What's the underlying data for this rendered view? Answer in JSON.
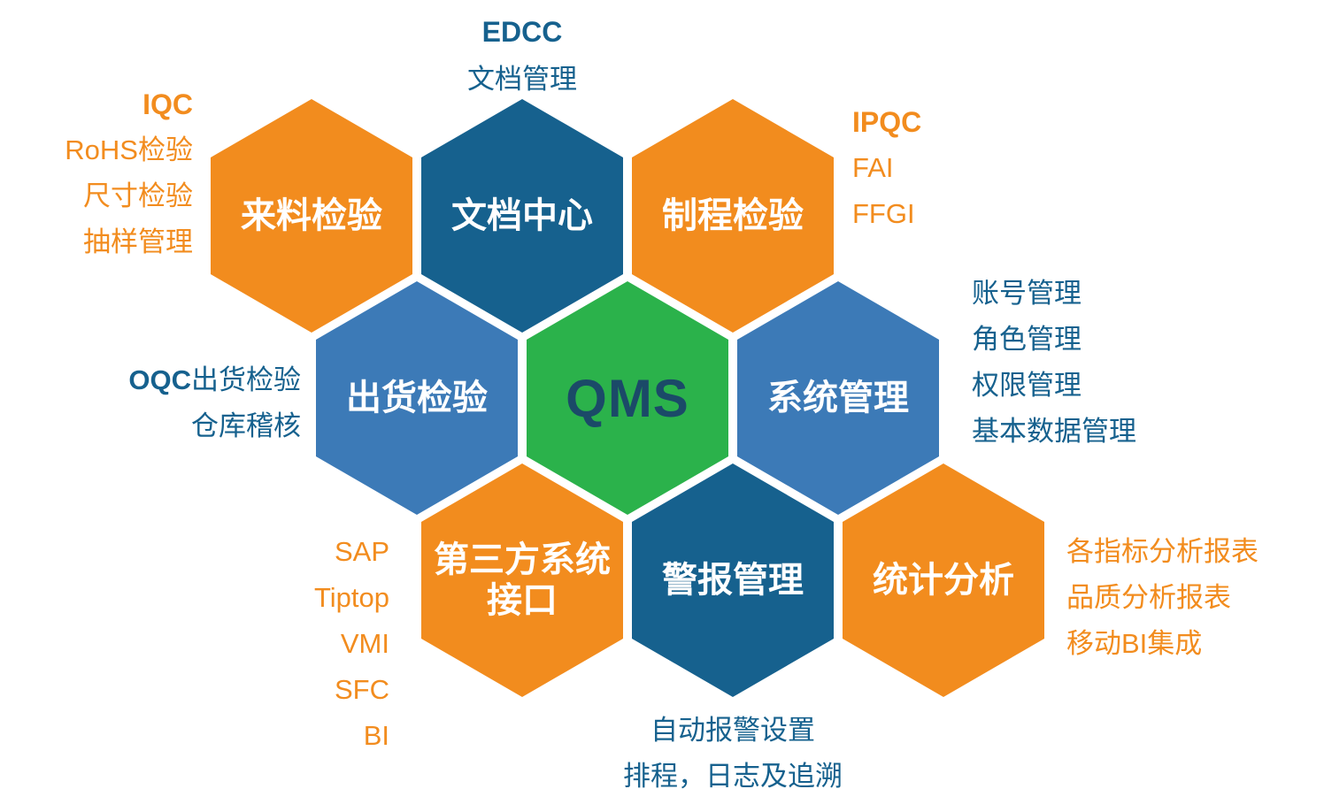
{
  "colors": {
    "orange": "#F28C1E",
    "dark_blue": "#16618E",
    "mid_blue": "#3C7AB7",
    "green": "#2BB24B",
    "text_blue": "#16618E",
    "qms_text": "#1B4A68",
    "hex_label": "#FFFFFF",
    "background": "#FFFFFF"
  },
  "hexagons": {
    "incoming_inspection": {
      "label": "来料检验",
      "color": "orange"
    },
    "document_center": {
      "label": "文档中心",
      "color": "dark_blue"
    },
    "process_inspection": {
      "label": "制程检验",
      "color": "orange"
    },
    "shipment_inspection": {
      "label": "出货检验",
      "color": "mid_blue"
    },
    "qms_center": {
      "label": "QMS",
      "color": "green"
    },
    "system_management": {
      "label": "系统管理",
      "color": "mid_blue"
    },
    "third_party_interface": {
      "label": "第三方系统\n接口",
      "color": "orange"
    },
    "alarm_management": {
      "label": "警报管理",
      "color": "dark_blue"
    },
    "statistical_analysis": {
      "label": "统计分析",
      "color": "orange"
    }
  },
  "annotations": {
    "edcc": {
      "title": "EDCC",
      "lines": [
        "文档管理"
      ]
    },
    "iqc": {
      "title": "IQC",
      "lines": [
        "RoHS检验",
        "尺寸检验",
        "抽样管理"
      ]
    },
    "ipqc": {
      "title": "IPQC",
      "lines": [
        "FAI",
        "FFGI"
      ]
    },
    "oqc": {
      "title_bold": "OQC",
      "title_rest": "出货检验",
      "lines": [
        "仓库稽核"
      ]
    },
    "system_management": {
      "lines": [
        "账号管理",
        "角色管理",
        "权限管理",
        "基本数据管理"
      ]
    },
    "third_party": {
      "lines": [
        "SAP",
        "Tiptop",
        "VMI",
        "SFC",
        "BI"
      ]
    },
    "alarm": {
      "lines": [
        "自动报警设置",
        "排程，日志及追溯"
      ]
    },
    "statistics": {
      "lines": [
        "各指标分析报表",
        "品质分析报表",
        "移动BI集成"
      ]
    }
  }
}
